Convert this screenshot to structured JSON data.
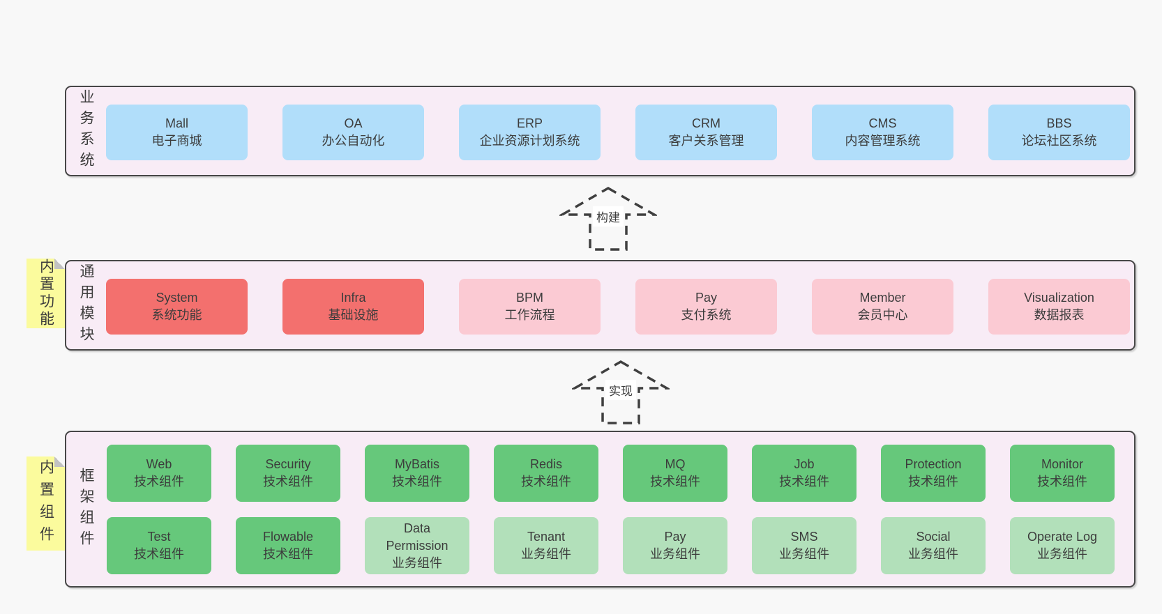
{
  "palette": {
    "page_bg": "#f8f8f8",
    "container_bg": "#f8ecf6",
    "container_border": "#474747",
    "text": "#3c3c3c",
    "blue": "#b1defa",
    "red": "#f3706e",
    "pink": "#fbcad3",
    "green": "#66c87b",
    "lightgreen": "#b2e0ba",
    "yellow": "#fbfb9d",
    "fold": "#c2c2c2",
    "dash": "#3f3f3f",
    "arrow_label_bg": "#ffffff"
  },
  "layers": [
    {
      "id": "business-systems",
      "label": "业务系统",
      "rows": [
        [
          {
            "name": "Mall",
            "desc": "电子商城",
            "color": "blue"
          },
          {
            "name": "OA",
            "desc": "办公自动化",
            "color": "blue"
          },
          {
            "name": "ERP",
            "desc": "企业资源计划系统",
            "color": "blue"
          },
          {
            "name": "CRM",
            "desc": "客户关系管理",
            "color": "blue"
          },
          {
            "name": "CMS",
            "desc": "内容管理系统",
            "color": "blue"
          },
          {
            "name": "BBS",
            "desc": "论坛社区系统",
            "color": "blue"
          }
        ]
      ]
    },
    {
      "id": "common-modules",
      "label": "通用模块",
      "note": "内置功能",
      "rows": [
        [
          {
            "name": "System",
            "desc": "系统功能",
            "color": "red"
          },
          {
            "name": "Infra",
            "desc": "基础设施",
            "color": "red"
          },
          {
            "name": "BPM",
            "desc": "工作流程",
            "color": "pink"
          },
          {
            "name": "Pay",
            "desc": "支付系统",
            "color": "pink"
          },
          {
            "name": "Member",
            "desc": "会员中心",
            "color": "pink"
          },
          {
            "name": "Visualization",
            "desc": "数据报表",
            "color": "pink"
          }
        ]
      ]
    },
    {
      "id": "framework-components",
      "label": "框架组件",
      "note": "内置组件",
      "rows": [
        [
          {
            "name": "Web",
            "desc": "技术组件",
            "color": "green"
          },
          {
            "name": "Security",
            "desc": "技术组件",
            "color": "green"
          },
          {
            "name": "MyBatis",
            "desc": "技术组件",
            "color": "green"
          },
          {
            "name": "Redis",
            "desc": "技术组件",
            "color": "green"
          },
          {
            "name": "MQ",
            "desc": "技术组件",
            "color": "green"
          },
          {
            "name": "Job",
            "desc": "技术组件",
            "color": "green"
          },
          {
            "name": "Protection",
            "desc": "技术组件",
            "color": "green"
          },
          {
            "name": "Monitor",
            "desc": "技术组件",
            "color": "green"
          }
        ],
        [
          {
            "name": "Test",
            "desc": "技术组件",
            "color": "green"
          },
          {
            "name": "Flowable",
            "desc": "技术组件",
            "color": "green"
          },
          {
            "name": "Data Permission",
            "desc": "业务组件",
            "color": "lightgreen"
          },
          {
            "name": "Tenant",
            "desc": "业务组件",
            "color": "lightgreen"
          },
          {
            "name": "Pay",
            "desc": "业务组件",
            "color": "lightgreen"
          },
          {
            "name": "SMS",
            "desc": "业务组件",
            "color": "lightgreen"
          },
          {
            "name": "Social",
            "desc": "业务组件",
            "color": "lightgreen"
          },
          {
            "name": "Operate Log",
            "desc": "业务组件",
            "color": "lightgreen"
          }
        ]
      ]
    }
  ],
  "arrows": [
    {
      "label": "构建"
    },
    {
      "label": "实现"
    }
  ]
}
